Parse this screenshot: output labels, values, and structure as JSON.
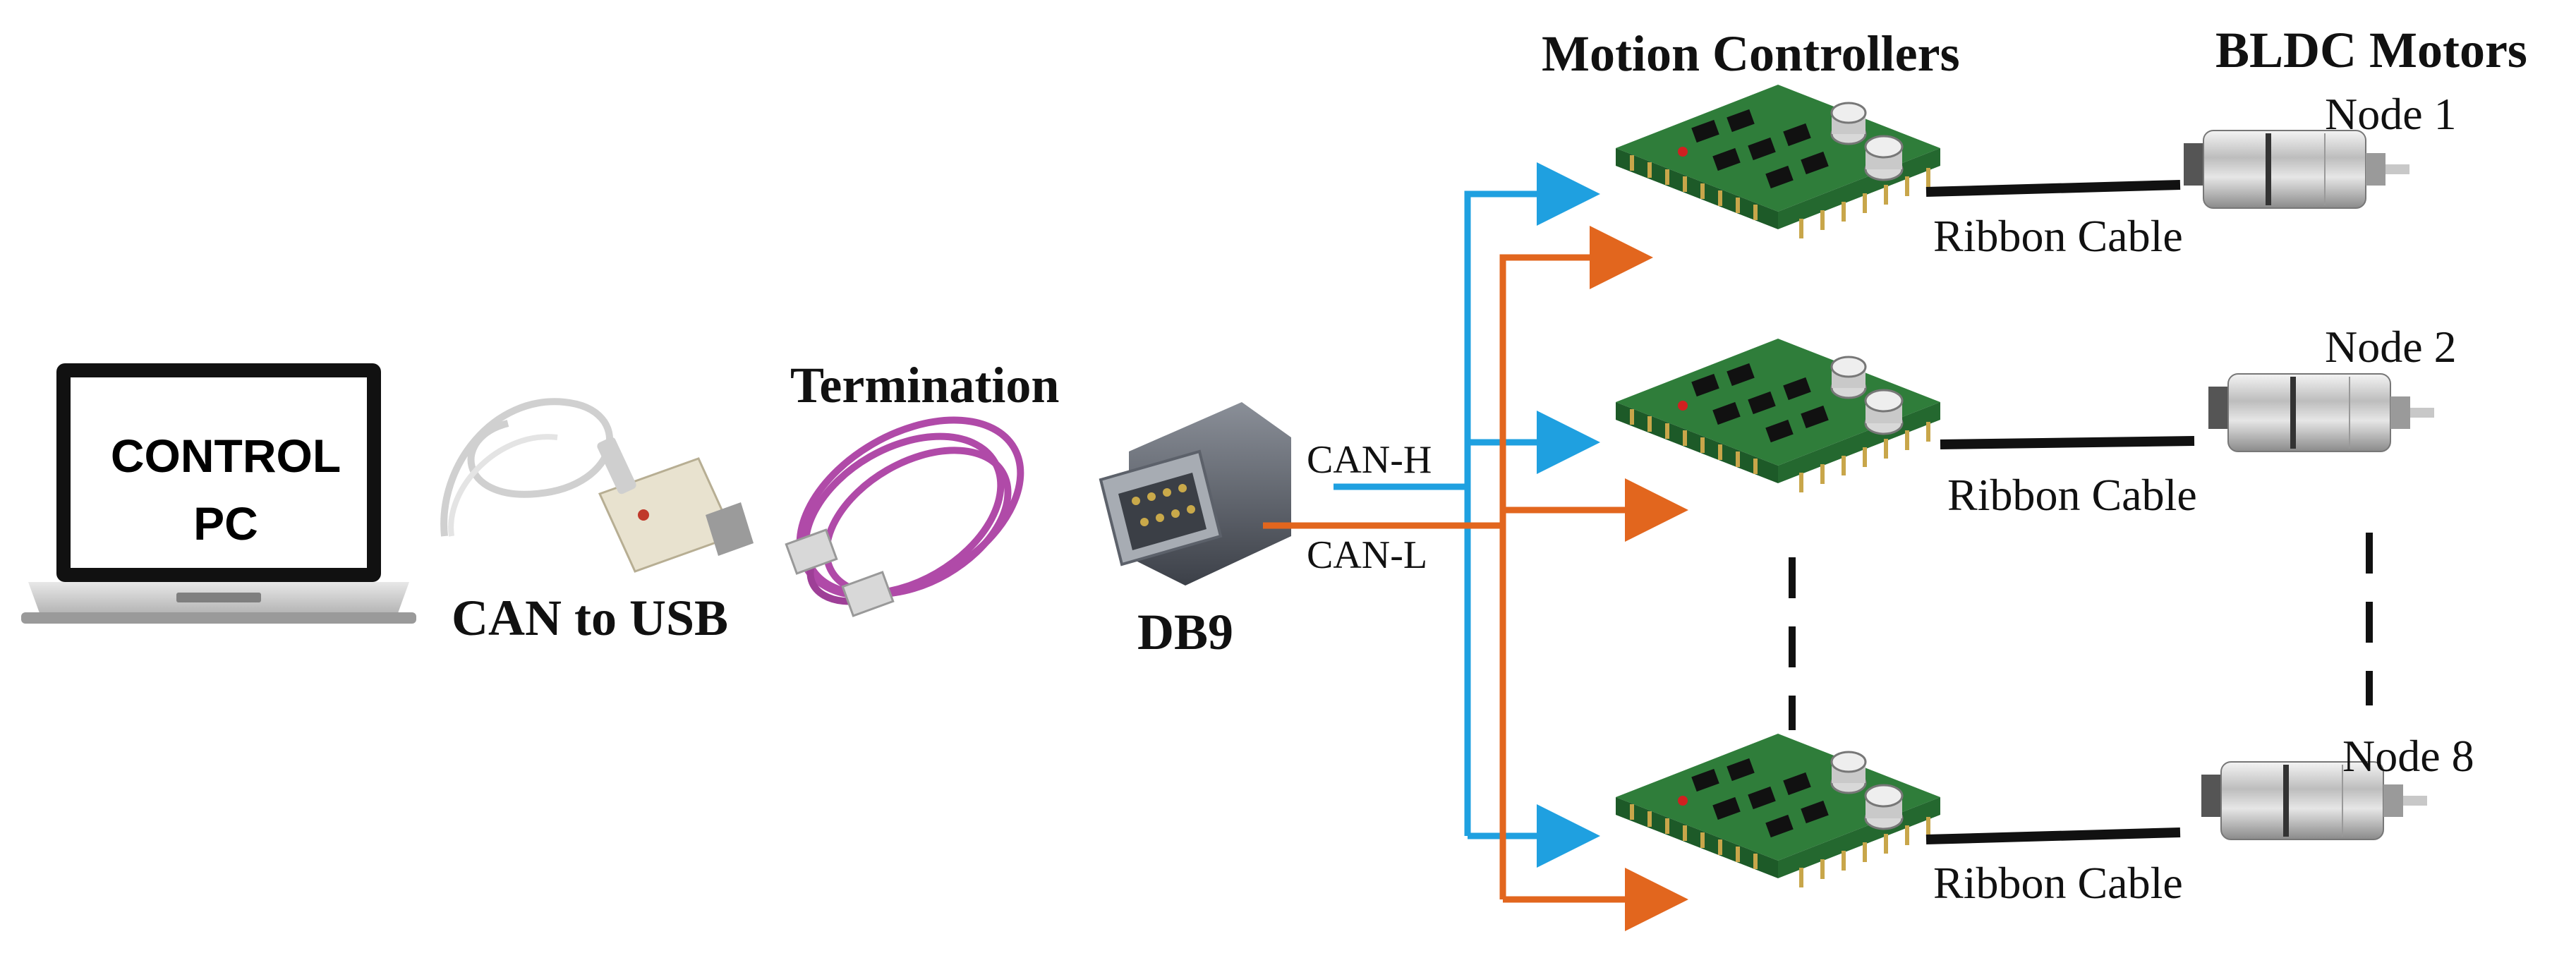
{
  "diagram": {
    "pc_label_line1": "CONTROL",
    "pc_label_line2": "PC",
    "can_usb_label": "CAN to USB",
    "termination_label": "Termination",
    "db9_label": "DB9",
    "can_h_label": "CAN-H",
    "can_l_label": "CAN-L",
    "motion_controllers_label": "Motion Controllers",
    "bldc_motors_label": "BLDC Motors",
    "nodes": [
      {
        "name": "Node 1",
        "cable": "Ribbon Cable"
      },
      {
        "name": "Node 2",
        "cable": "Ribbon Cable"
      },
      {
        "name": "Node 8",
        "cable": "Ribbon Cable"
      }
    ],
    "colors": {
      "can_h": "#1fa0e0",
      "can_l": "#e2661e",
      "pcb": "#2f7d3a",
      "cable_pink": "#b04aa8",
      "cable": "#111111"
    }
  }
}
